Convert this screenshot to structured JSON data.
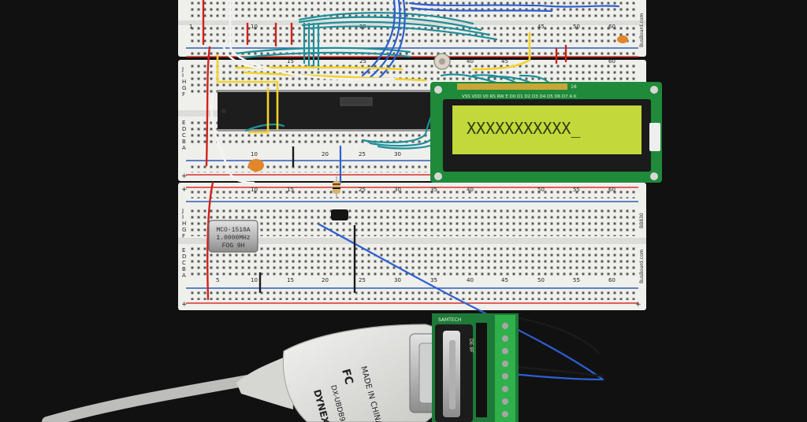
{
  "colors": {
    "background": "#111111",
    "breadboard": "#efefec",
    "rail_red": "#d9322a",
    "rail_blue": "#2f5fb3",
    "lcd_pcb": "#1f8a3a",
    "lcd_screen": "#c3d83a",
    "wire_teal": "#1f8f99",
    "wire_yellow": "#f2d22b",
    "wire_blue": "#2d5fd0",
    "wire_red": "#d0221b",
    "wire_white": "#f4f4f4",
    "terminal_green": "#2fb04a",
    "db9_pcb": "#1e7a38"
  },
  "breadboard": {
    "brand": "BusBoard.com",
    "model": "BB830",
    "row_letters_top": [
      "J",
      "I",
      "H",
      "G",
      "F"
    ],
    "row_letters_bottom": [
      "E",
      "D",
      "C",
      "B",
      "A"
    ],
    "column_marks": [
      "1",
      "5",
      "10",
      "15",
      "20",
      "25",
      "30",
      "35",
      "40",
      "45",
      "50",
      "55",
      "60"
    ]
  },
  "lcd": {
    "screen_text": "XXXXXXXXXXX_",
    "pin_labels": "VSS VDD V0 RS RW E D0 D1 D2 D3 D4 D5 D6 D7 A K",
    "pin_count": "16"
  },
  "oscillator": {
    "line1": "MCO-1510A",
    "line2": "1.0000MHz",
    "line3": "FOG  9H"
  },
  "usb_adapter": {
    "brand": "DYNEX",
    "model": "DX-UBDB9",
    "origin": "MADE IN CHINA",
    "fcc": "FC"
  },
  "db9_board": {
    "maker": "SAMTECH",
    "label": "DE-9F"
  }
}
